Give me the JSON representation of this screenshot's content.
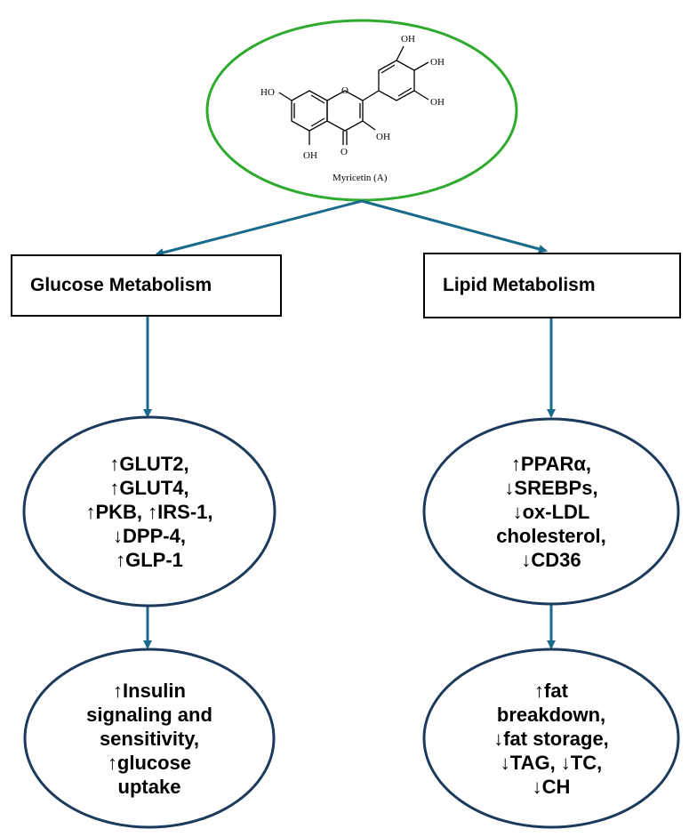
{
  "molecule": {
    "caption": "Myricetin (A)",
    "atom_labels": [
      "HO",
      "OH",
      "OH",
      "OH",
      "O",
      "OH",
      "OH",
      "O"
    ],
    "outline_color": "#2eaa2e"
  },
  "branches": {
    "glucose": {
      "title": "Glucose Metabolism",
      "effects": [
        "↑GLUT2,",
        "↑GLUT4,",
        "↑PKB, ↑IRS-1,",
        "↓DPP-4,",
        "↑GLP-1"
      ],
      "outcome": [
        "↑Insulin",
        "signaling and",
        "sensitivity,",
        "↑glucose",
        "uptake"
      ]
    },
    "lipid": {
      "title": "Lipid Metabolism",
      "effects": [
        "↑PPARα,",
        "↓SREBPs,",
        "↓ox-LDL",
        "cholesterol,",
        "↓CD36"
      ],
      "outcome": [
        "↑fat",
        "breakdown,",
        "↓fat storage,",
        "↓TAG, ↓TC,",
        "↓CH"
      ]
    }
  },
  "colors": {
    "arrow": "#1a6a8c",
    "oval_border": "#1b3a5c",
    "box_border": "#000000"
  }
}
